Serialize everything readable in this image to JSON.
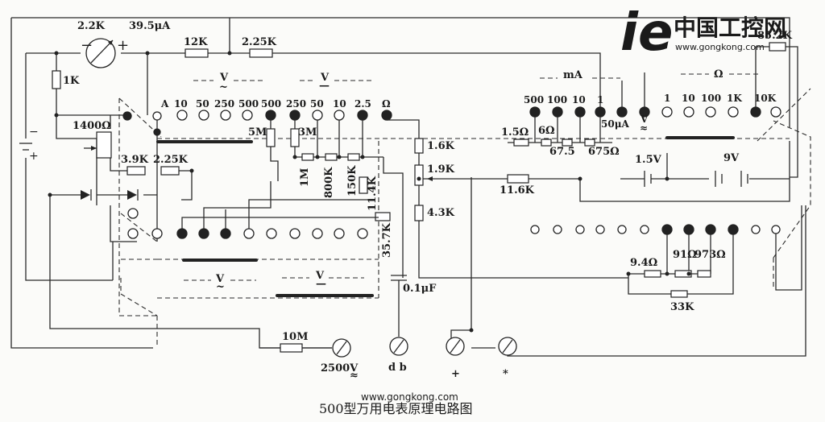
{
  "title": "500型万用电表原理电路图",
  "watermark": {
    "brand_cn": "中国工控网",
    "url_top": "www.gongkong.com",
    "url_bottom": "www.gongkong.com"
  },
  "colors": {
    "ink": "#222222",
    "watermark_red": "#c0392b",
    "watermark_grey": "#cccccc"
  },
  "meter": {
    "resistance": "2.2K",
    "current": "39.5μA",
    "minus": "−",
    "plus": "+"
  },
  "battery_signs": {
    "minus": "−",
    "plus": "+"
  },
  "resistors": {
    "r12k": "12K",
    "r225k_top": "2.25K",
    "r1k": "1K",
    "r1400": "1400Ω",
    "r39k": "3.9K",
    "r225k": "2.25K",
    "r5m": "5M",
    "r3m": "3M",
    "r1m": "1M",
    "r800k": "800K",
    "r150k": "150K",
    "r114k": "11.4K",
    "r357k": "35.7K",
    "r16k": "1.6K",
    "r19k": "1.9K",
    "r43k": "4.3K",
    "r116k": "11.6K",
    "r15": "1.5Ω",
    "r6": "6Ω",
    "r675": "67.5",
    "r675o": "675Ω",
    "r852k": "85.2K",
    "r94": "9.4Ω",
    "r91": "91Ω",
    "r973": "973Ω",
    "r33k": "33K",
    "r10m": "10M"
  },
  "capacitor": "0.1μF",
  "batteries": {
    "b15": "1.5V",
    "b9": "9V"
  },
  "groups": {
    "acv_top": "V",
    "acv_top_sym": "~",
    "dcv_top": "V",
    "dcv_top_sym": "—",
    "ma": "mA",
    "ohm": "Ω",
    "acv_bot": "V",
    "acv_bot_sym": "~",
    "dcv_bot": "V",
    "dcv_bot_sym": "—"
  },
  "switch_labels": {
    "left": [
      "A",
      "10",
      "50",
      "250",
      "500",
      "500",
      "250",
      "50",
      "10",
      "2.5",
      "Ω"
    ],
    "ma": [
      "500",
      "100",
      "10",
      "1",
      "50μA",
      "V"
    ],
    "ma_sym": "≈",
    "ohm": [
      "1",
      "10",
      "100",
      "1K",
      "10K"
    ]
  },
  "terminals": {
    "t2500": "2500V",
    "t2500_sym": "≈",
    "db": "d b",
    "plus": "+",
    "star": "*"
  }
}
